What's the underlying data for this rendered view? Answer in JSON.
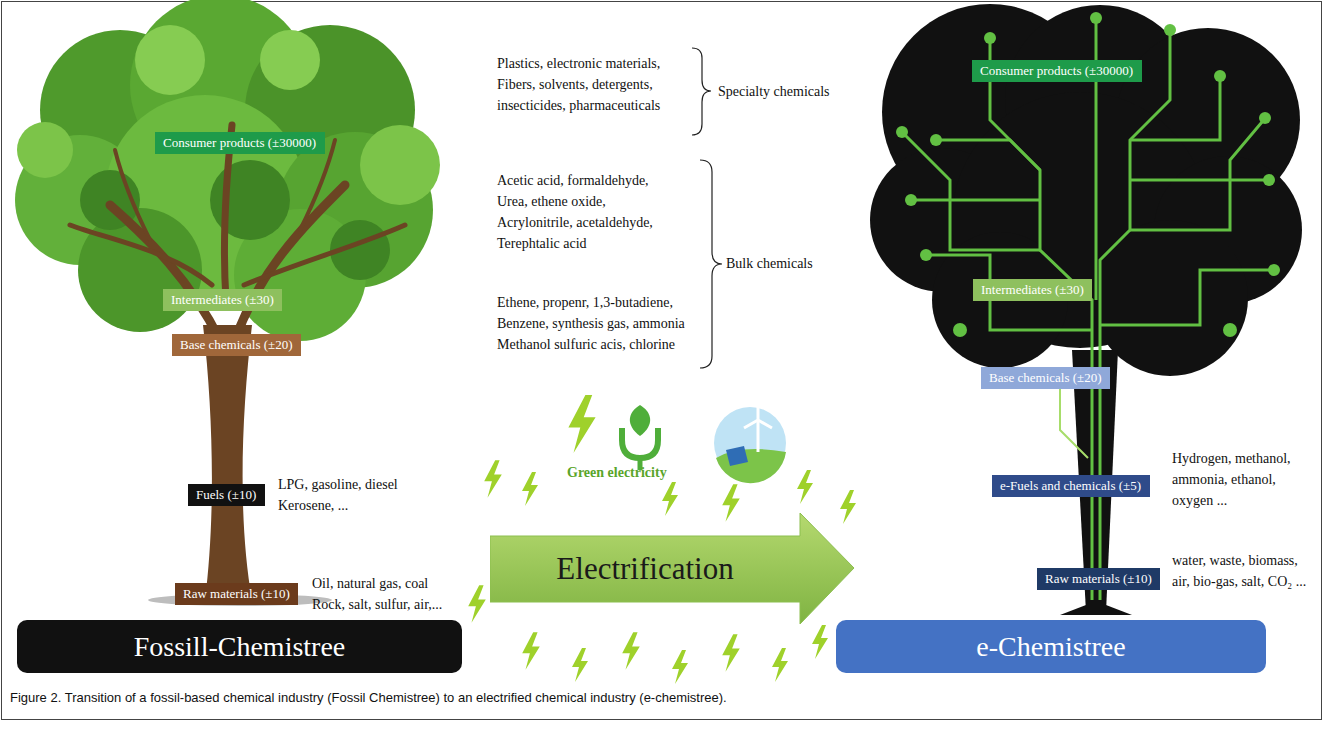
{
  "diagram": {
    "caption": "Figure 2. Transition of a fossil-based chemical industry (Fossil Chemistree) to an electrified chemical industry (e-chemistree).",
    "nodes": [
      {
        "text": [
          "Consumer products (±30000)"
        ]
      },
      {
        "text": [
          "Intermediates (±30)"
        ]
      },
      {
        "text": [
          "Base chemicals (±20)"
        ]
      },
      {
        "text": [
          "Fuels (±10)"
        ]
      },
      {
        "text": [
          "Raw materials (±10)"
        ]
      },
      {
        "text": [
          "Fossill-Chemistree"
        ]
      },
      {
        "text": [
          "Electrification"
        ]
      },
      {
        "text": [
          "Consumer products (±30000)"
        ]
      },
      {
        "text": [
          "Intermediates (±30)"
        ]
      },
      {
        "text": [
          "Base chemicals (±20)"
        ]
      },
      {
        "text": [
          "e-Fuels and chemicals (±5)"
        ]
      },
      {
        "text": [
          "Raw materials (±10)"
        ]
      },
      {
        "text": [
          "e-Chemistree"
        ]
      }
    ],
    "labels": [
      "Plastics, electronic materials, Fibers, solvents, detergents, insecticides, pharmaceuticals",
      "Specialty chemicals",
      "Acetic acid, formaldehyde, Urea, ethene oxide, Acrylonitrile, acetaldehyde, Terephtalic acid",
      "Ethene, propenr, 1,3-butadiene, Benzene, synthesis gas, ammonia Methanol sulfuric acis, chlorine",
      "Bulk chemicals",
      "LPG, gasoline, diesel Kerosene, ...",
      "Oil, natural gas, coal Rock, salt, sulfur, air,...",
      "Green electricity",
      "Hydrogen, methanol, ammonia, ethanol, oxygen ...",
      "water, waste, biomass, air, bio-gas, salt, CO₂ ..."
    ]
  }
}
